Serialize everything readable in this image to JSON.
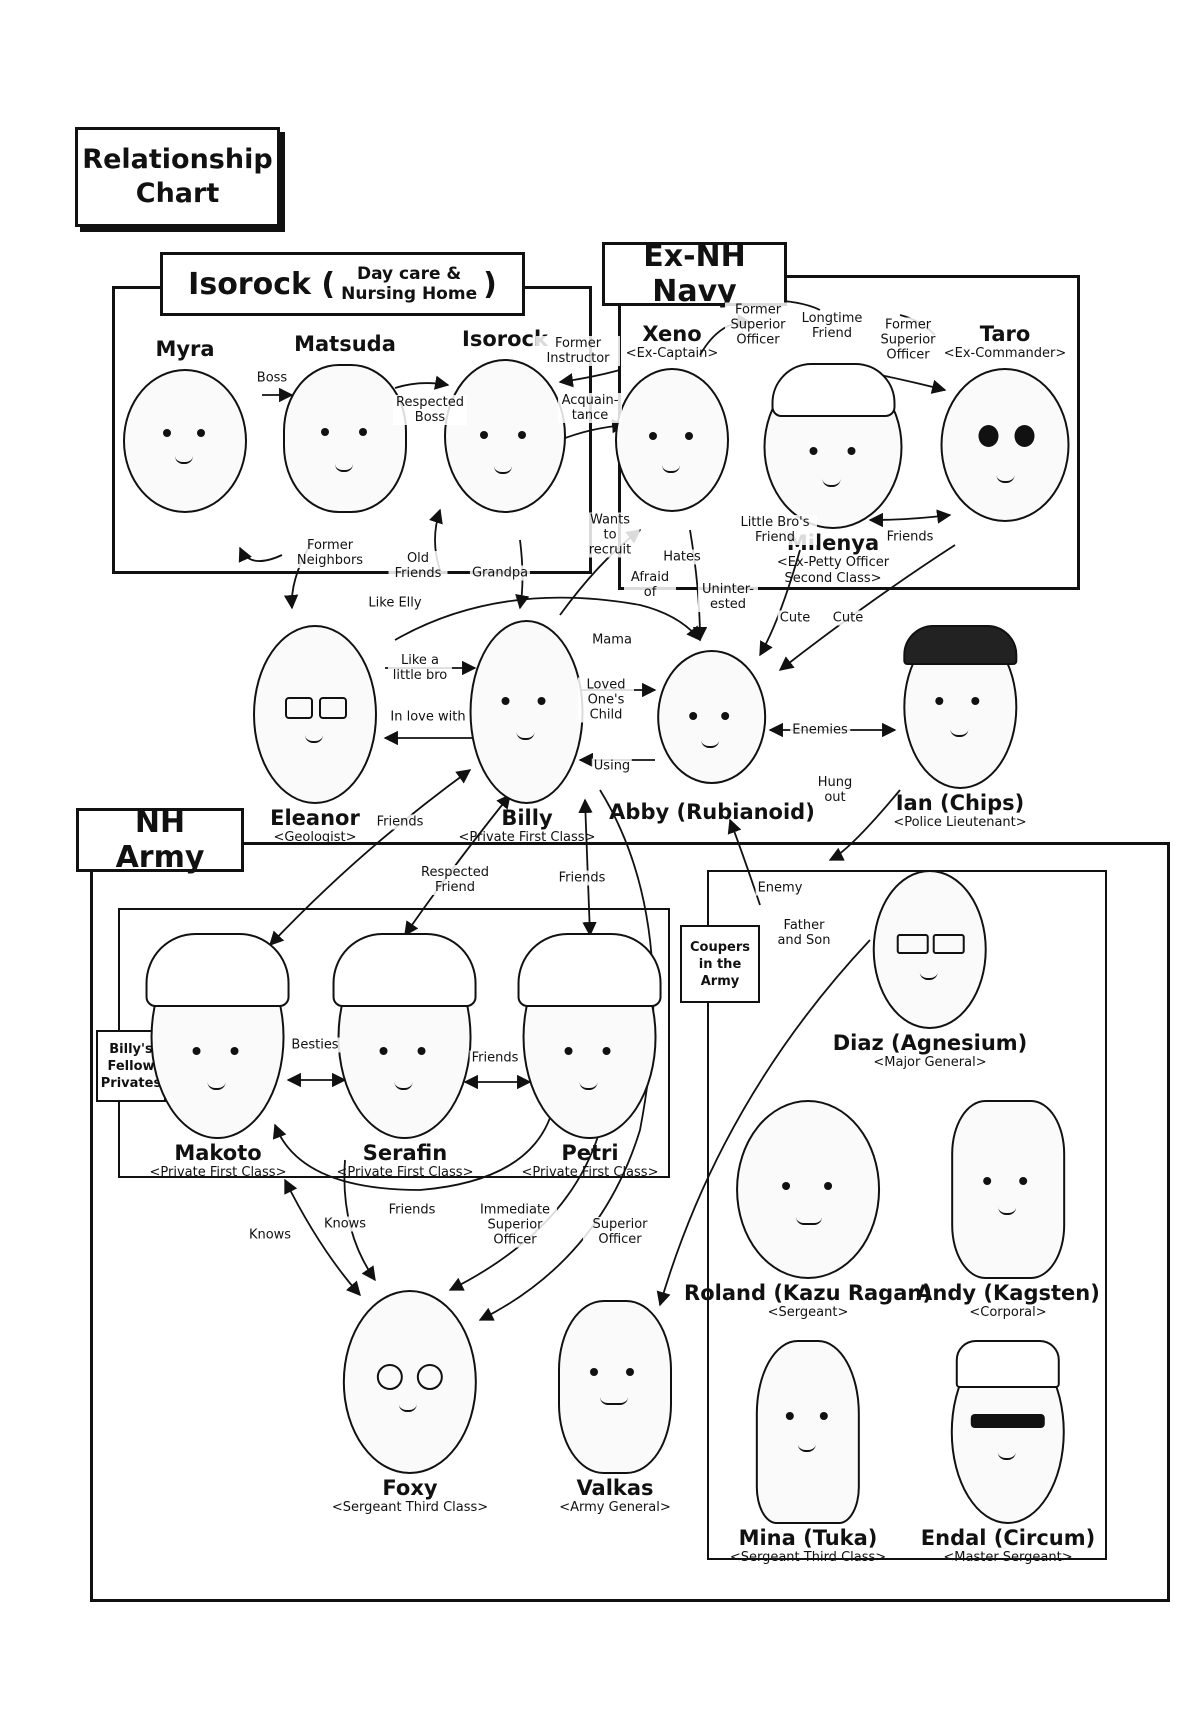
{
  "title_line1": "Relationship",
  "title_line2": "Chart",
  "groups": {
    "isorock": {
      "title": "Isorock (",
      "subtitle1": "Day care &",
      "subtitle2": "Nursing Home",
      "close": ")"
    },
    "navy": {
      "title": "Ex-NH Navy"
    },
    "army": {
      "title": "NH Army"
    },
    "fellow": {
      "line1": "Billy's",
      "line2": "Fellow",
      "line3": "Privates"
    },
    "coupers": {
      "line1": "Coupers",
      "line2": "in the",
      "line3": "Army"
    }
  },
  "characters": {
    "myra": {
      "name": "Myra",
      "rank": ""
    },
    "matsuda": {
      "name": "Matsuda",
      "rank": ""
    },
    "isorock": {
      "name": "Isorock",
      "rank": ""
    },
    "xeno": {
      "name": "Xeno",
      "rank": "<Ex-Captain>"
    },
    "taro": {
      "name": "Taro",
      "rank": "<Ex-Commander>"
    },
    "milenya": {
      "name": "Milenya",
      "rank": "<Ex-Petty Officer",
      "rank2": "Second Class>"
    },
    "eleanor": {
      "name": "Eleanor",
      "rank": "<Geologist>"
    },
    "billy": {
      "name": "Billy",
      "rank": "<Private First Class>"
    },
    "abby": {
      "name": "Abby (Rubianoid)",
      "rank": ""
    },
    "ian": {
      "name": "Ian (Chips)",
      "rank": "<Police Lieutenant>"
    },
    "makoto": {
      "name": "Makoto",
      "rank": "<Private First Class>"
    },
    "serafin": {
      "name": "Serafin",
      "rank": "<Private First Class>"
    },
    "petri": {
      "name": "Petri",
      "rank": "<Private First Class>"
    },
    "diaz": {
      "name": "Diaz (Agnesium)",
      "rank": "<Major General>"
    },
    "roland": {
      "name": "Roland (Kazu Ragan)",
      "rank": "<Sergeant>"
    },
    "andy": {
      "name": "Andy (Kagsten)",
      "rank": "<Corporal>"
    },
    "foxy": {
      "name": "Foxy",
      "rank": "<Sergeant Third Class>"
    },
    "valkas": {
      "name": "Valkas",
      "rank": "<Army General>"
    },
    "mina": {
      "name": "Mina (Tuka)",
      "rank": "<Sergeant Third Class>"
    },
    "endal": {
      "name": "Endal (Circum)",
      "rank": "<Master Sergeant>"
    }
  },
  "relations": {
    "boss": "Boss",
    "respected_boss": "Respected Boss",
    "former_instructor": "Former Instructor",
    "acquaintance": "Acquain- tance",
    "former_superior_officer_1": "Former Superior Officer",
    "longtime_friend": "Longtime Friend",
    "former_superior_officer_2": "Former Superior Officer",
    "former_neighbors": "Former Neighbors",
    "old_friends": "Old Friends",
    "grandpa": "Grandpa",
    "wants_to_recruit": "Wants to recruit",
    "hates": "Hates",
    "little_bros_friend": "Little Bro's Friend",
    "friends_navy": "Friends",
    "like_elly": "Like Elly",
    "afraid_of": "Afraid of",
    "uninterested": "Uninter- ested",
    "mama": "Mama",
    "cute_1": "Cute",
    "cute_2": "Cute",
    "like_a_little_bro": "Like a little bro",
    "in_love_with": "In love with",
    "loved_ones_child": "Loved One's Child",
    "using": "Using",
    "enemies": "Enemies",
    "hung_out": "Hung out",
    "friends_eleanor": "Friends",
    "respected_friend": "Respected Friend",
    "friends_petri": "Friends",
    "enemy": "Enemy",
    "father_and_son": "Father and Son",
    "besties": "Besties",
    "friends_sp": "Friends",
    "knows_1": "Knows",
    "knows_2": "Knows",
    "friends_low": "Friends",
    "immediate_superior": "Immediate Superior Officer",
    "superior_officer": "Superior Officer"
  }
}
